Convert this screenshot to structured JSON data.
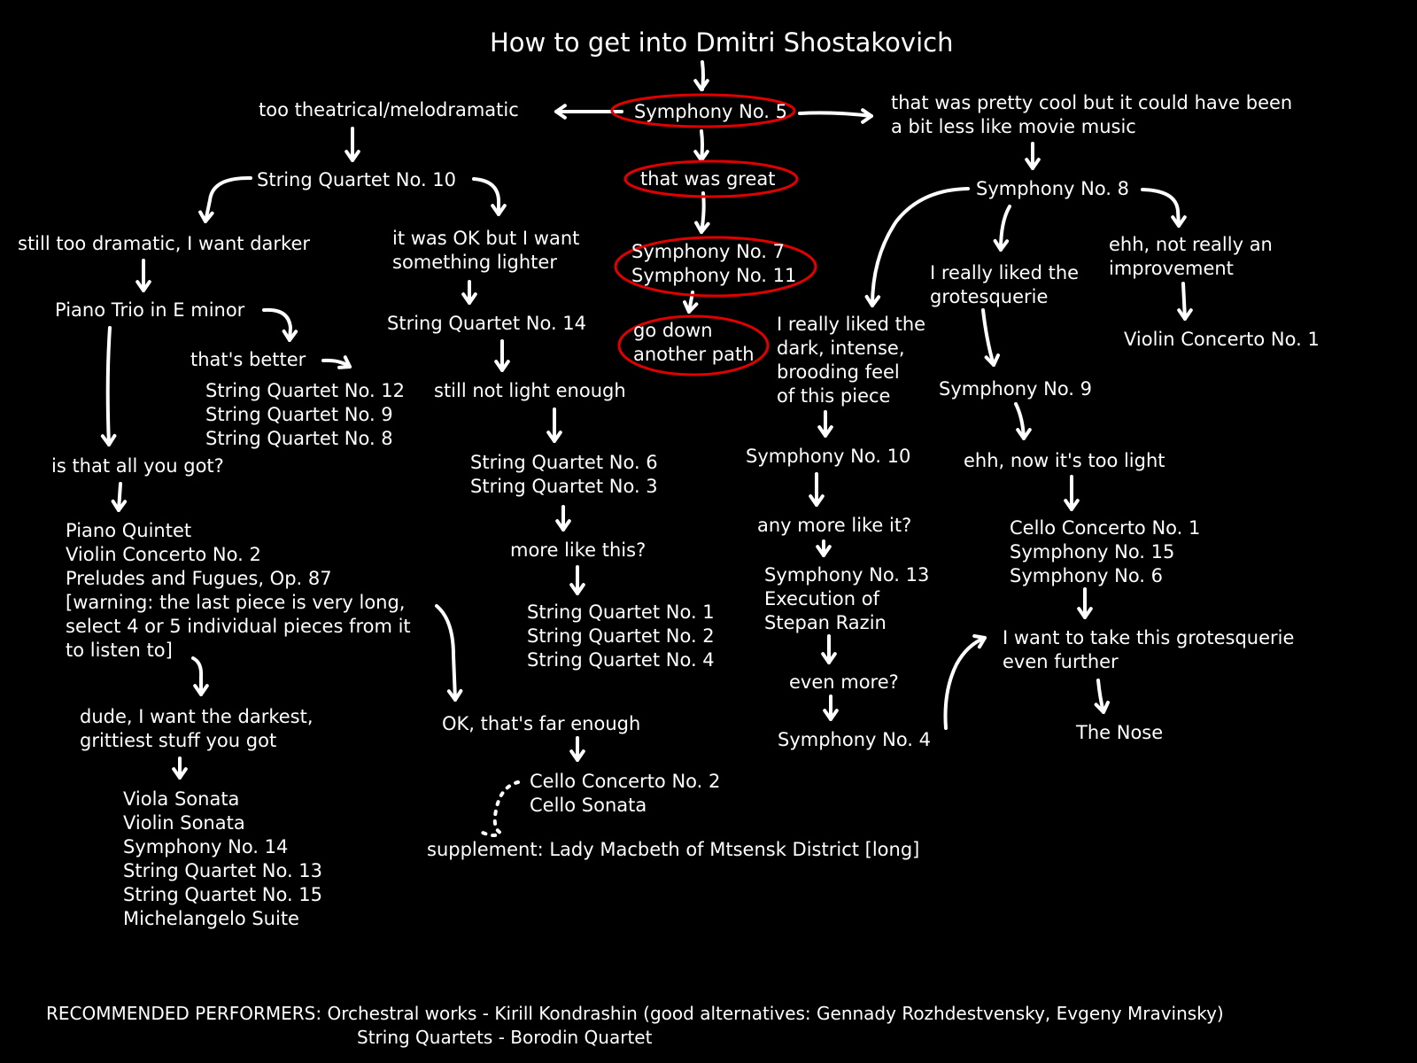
{
  "title": "How to get into Dmitri Shostakovich",
  "nodes": {
    "symphony_5": [
      "Symphony No. 5"
    ],
    "too_theatrical": [
      "too theatrical/melodramatic"
    ],
    "pretty_cool": [
      "that was pretty cool but it could have been",
      "a bit less like movie music"
    ],
    "that_was_great": [
      "that was great"
    ],
    "symphony_7_11": [
      "Symphony No. 7",
      "Symphony No. 11"
    ],
    "go_down_another_path": [
      "go down",
      "another path"
    ],
    "string_quartet_10": [
      "String Quartet No. 10"
    ],
    "still_too_dramatic": [
      "still too dramatic, I want darker"
    ],
    "piano_trio": [
      "Piano Trio in E minor"
    ],
    "thats_better": [
      "that's better"
    ],
    "sq_12_9_8": [
      "String Quartet No. 12",
      "String Quartet No. 9",
      "String Quartet No. 8"
    ],
    "is_that_all": [
      "is that all you got?"
    ],
    "piano_quintet_list": [
      "Piano Quintet",
      "Violin Concerto No. 2",
      "Preludes and Fugues, Op. 87",
      "[warning: the last piece is very long,",
      "select 4 or 5 individual pieces from it",
      "to listen to]"
    ],
    "dude_darkest": [
      "dude, I want the darkest,",
      "grittiest stuff you got"
    ],
    "darkest_list": [
      "Viola Sonata",
      "Violin Sonata",
      "Symphony No. 14",
      "String Quartet No. 13",
      "String Quartet No. 15",
      "Michelangelo Suite"
    ],
    "ok_but_lighter": [
      "it was OK but I want",
      "something lighter"
    ],
    "string_quartet_14": [
      "String Quartet No. 14"
    ],
    "still_not_light": [
      "still not light enough"
    ],
    "sq_6_3": [
      "String Quartet No. 6",
      "String Quartet No. 3"
    ],
    "more_like_this": [
      "more like this?"
    ],
    "sq_1_2_4": [
      "String Quartet No. 1",
      "String Quartet No. 2",
      "String Quartet No. 4"
    ],
    "far_enough": [
      "OK, that's far enough"
    ],
    "cello_pair": [
      "Cello Concerto No. 2",
      "Cello Sonata"
    ],
    "supplement": [
      "supplement: Lady Macbeth of Mtsensk District [long]"
    ],
    "symphony_8": [
      "Symphony No. 8"
    ],
    "dark_intense": [
      "I really liked the",
      "dark, intense,",
      "brooding feel",
      "of this piece"
    ],
    "symphony_10": [
      "Symphony No. 10"
    ],
    "any_more": [
      "any more like it?"
    ],
    "sym13_razin": [
      "Symphony No. 13",
      "Execution of",
      "Stepan Razin"
    ],
    "even_more": [
      "even more?"
    ],
    "symphony_4": [
      "Symphony No. 4"
    ],
    "grotesquerie": [
      "I really liked the",
      "grotesquerie"
    ],
    "symphony_9": [
      "Symphony No. 9"
    ],
    "too_light": [
      "ehh, now it's too light"
    ],
    "cello_15_6": [
      "Cello Concerto No. 1",
      "Symphony No. 15",
      "Symphony No. 6"
    ],
    "grotesquerie_further": [
      "I want to take this grotesquerie",
      "even further"
    ],
    "the_nose": [
      "The Nose"
    ],
    "not_improvement": [
      "ehh, not really an",
      "improvement"
    ],
    "violin_concerto_1": [
      "Violin Concerto No. 1"
    ]
  },
  "footer": {
    "line1": "RECOMMENDED PERFORMERS: Orchestral works - Kirill Kondrashin (good alternatives: Gennady Rozhdestvensky, Evgeny Mravinsky)",
    "line2": "String Quartets - Borodin Quartet"
  },
  "colors": {
    "background": "#000000",
    "text": "#ffffff",
    "arrow": "#ffffff",
    "highlight": "#e00000"
  },
  "highlighted_nodes": [
    "symphony_5",
    "that_was_great",
    "symphony_7_11",
    "go_down_another_path"
  ]
}
